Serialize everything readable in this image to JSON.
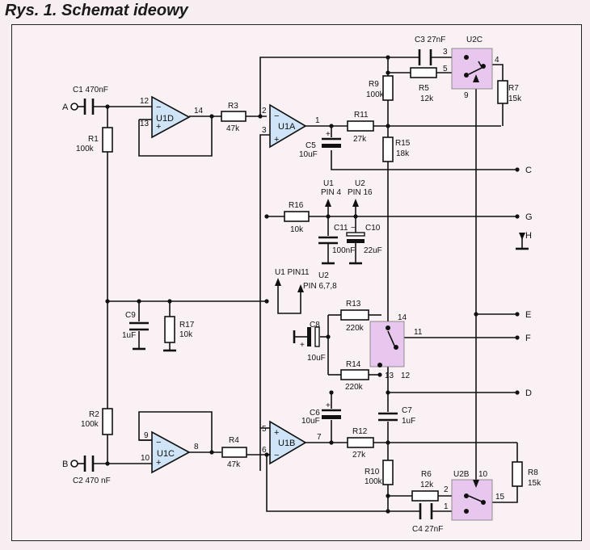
{
  "title": "Rys. 1. Schemat ideowy",
  "labels": {
    "c1": "C1 470nF",
    "c2": "C2 470 nF",
    "c3": "C3 27nF",
    "c4": "C4 27nF",
    "c5": "C5",
    "c5v": "10uF",
    "c6": "C6",
    "c6v": "10uF",
    "c7": "C7",
    "c7v": "1uF",
    "c8": "C8",
    "c8v": "10uF",
    "c9": "C9",
    "c9v": "1uF",
    "c10": "C10",
    "c10v": "22uF",
    "c11": "C11",
    "c11v": "100nF",
    "r1": "R1",
    "r1v": "100k",
    "r2": "R2",
    "r2v": "100k",
    "r3": "R3",
    "r3v": "47k",
    "r4": "R4",
    "r4v": "47k",
    "r5": "R5",
    "r5v": "12k",
    "r6": "R6",
    "r6v": "12k",
    "r7": "R7",
    "r7v": "15k",
    "r8": "R8",
    "r8v": "15k",
    "r9": "R9",
    "r9v": "100k",
    "r10": "R10",
    "r10v": "100k",
    "r11": "R11",
    "r11v": "27k",
    "r12": "R12",
    "r12v": "27k",
    "r13": "R13",
    "r13v": "220k",
    "r14": "R14",
    "r14v": "220k",
    "r15": "R15",
    "r15v": "18k",
    "r16": "R16",
    "r16v": "10k",
    "r17": "R17",
    "r17v": "10k",
    "u1a": "U1A",
    "u1b": "U1B",
    "u1c": "U1C",
    "u1d": "U1D",
    "u2b": "U2B",
    "u2c": "U2C",
    "u1pin4a": "U1",
    "u1pin4b": "PIN 4",
    "u2pin16a": "U2",
    "u2pin16b": "PIN 16",
    "u1pin11": "U1 PIN11",
    "u2pin678a": "U2",
    "u2pin678b": "PIN 6,7,8"
  },
  "pins": {
    "p12": "12",
    "p13": "13",
    "p14": "14",
    "p2": "2",
    "p3": "3",
    "p1": "1",
    "p9": "9",
    "p10": "10",
    "p8": "8",
    "p5": "5",
    "p6": "6",
    "p7": "7",
    "sw3": "3",
    "sw5": "5",
    "sw4": "4",
    "sw9": "9",
    "sw14": "14",
    "sw11": "11",
    "sw13": "13",
    "sw12": "12",
    "sw2": "2",
    "sw10": "10",
    "sw15": "15",
    "sw1": "1"
  },
  "terminals": {
    "a": "A",
    "b": "B",
    "c": "C",
    "d": "D",
    "e": "E",
    "f": "F",
    "g": "G",
    "h": "H"
  }
}
